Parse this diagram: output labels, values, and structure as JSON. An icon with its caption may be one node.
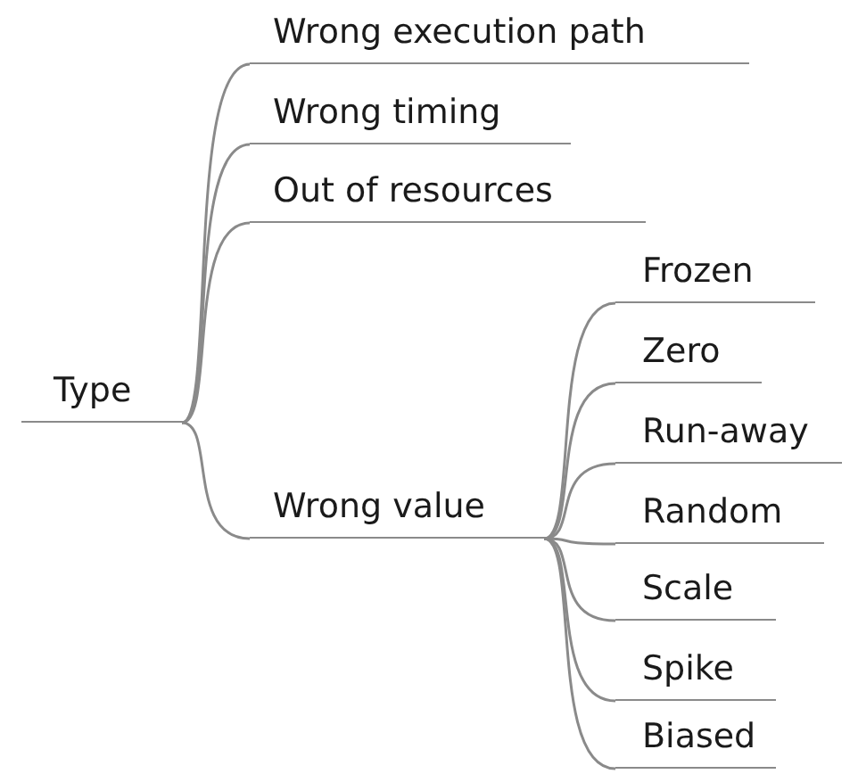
{
  "diagram": {
    "nodes": [
      {
        "text": [
          "Type"
        ]
      },
      {
        "text": [
          "Wrong execution path"
        ]
      },
      {
        "text": [
          "Wrong timing"
        ]
      },
      {
        "text": [
          "Out of resources"
        ]
      },
      {
        "text": [
          "Wrong value"
        ]
      },
      {
        "text": [
          "Frozen"
        ]
      },
      {
        "text": [
          "Zero"
        ]
      },
      {
        "text": [
          "Run-away"
        ]
      },
      {
        "text": [
          "Random"
        ]
      },
      {
        "text": [
          "Scale"
        ]
      },
      {
        "text": [
          "Spike"
        ]
      },
      {
        "text": [
          "Biased"
        ]
      }
    ],
    "edges": [
      {
        "from": 0,
        "to": 1,
        "arrow": "none"
      },
      {
        "from": 0,
        "to": 2,
        "arrow": "none"
      },
      {
        "from": 0,
        "to": 3,
        "arrow": "none"
      },
      {
        "from": 0,
        "to": 4,
        "arrow": "none"
      },
      {
        "from": 4,
        "to": 5,
        "arrow": "none"
      },
      {
        "from": 4,
        "to": 6,
        "arrow": "none"
      },
      {
        "from": 4,
        "to": 7,
        "arrow": "none"
      },
      {
        "from": 4,
        "to": 8,
        "arrow": "none"
      },
      {
        "from": 4,
        "to": 9,
        "arrow": "none"
      },
      {
        "from": 4,
        "to": 10,
        "arrow": "none"
      },
      {
        "from": 4,
        "to": 11,
        "arrow": "none"
      }
    ]
  }
}
